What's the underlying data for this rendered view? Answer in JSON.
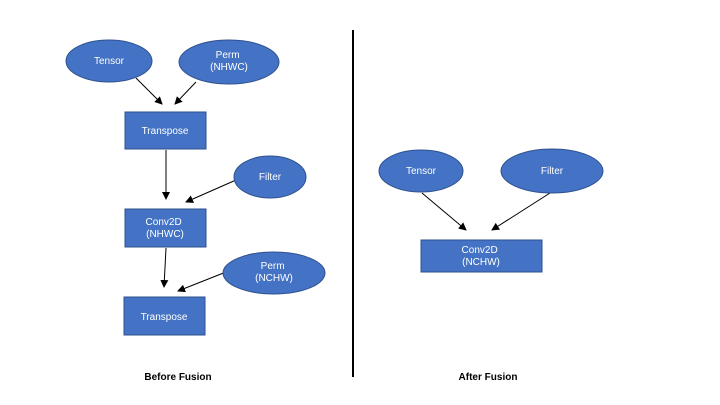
{
  "colors": {
    "node_fill": "#4472c4",
    "node_stroke": "#2f528f",
    "node_text": "#ffffff",
    "edge": "#000000",
    "divider": "#000000"
  },
  "before": {
    "caption": "Before Fusion",
    "tensor": [
      "Tensor"
    ],
    "perm_nhwc": [
      "Perm",
      "(NHWC)"
    ],
    "transpose_1": [
      "Transpose"
    ],
    "filter": [
      "Filter"
    ],
    "conv2d": [
      "Conv2D",
      "(NHWC)"
    ],
    "perm_nchw": [
      "Perm",
      "(NCHW)"
    ],
    "transpose_2": [
      "Transpose"
    ]
  },
  "after": {
    "caption": "After Fusion",
    "tensor": [
      "Tensor"
    ],
    "filter": [
      "Filter"
    ],
    "conv2d": [
      "Conv2D",
      "(NCHW)"
    ]
  }
}
